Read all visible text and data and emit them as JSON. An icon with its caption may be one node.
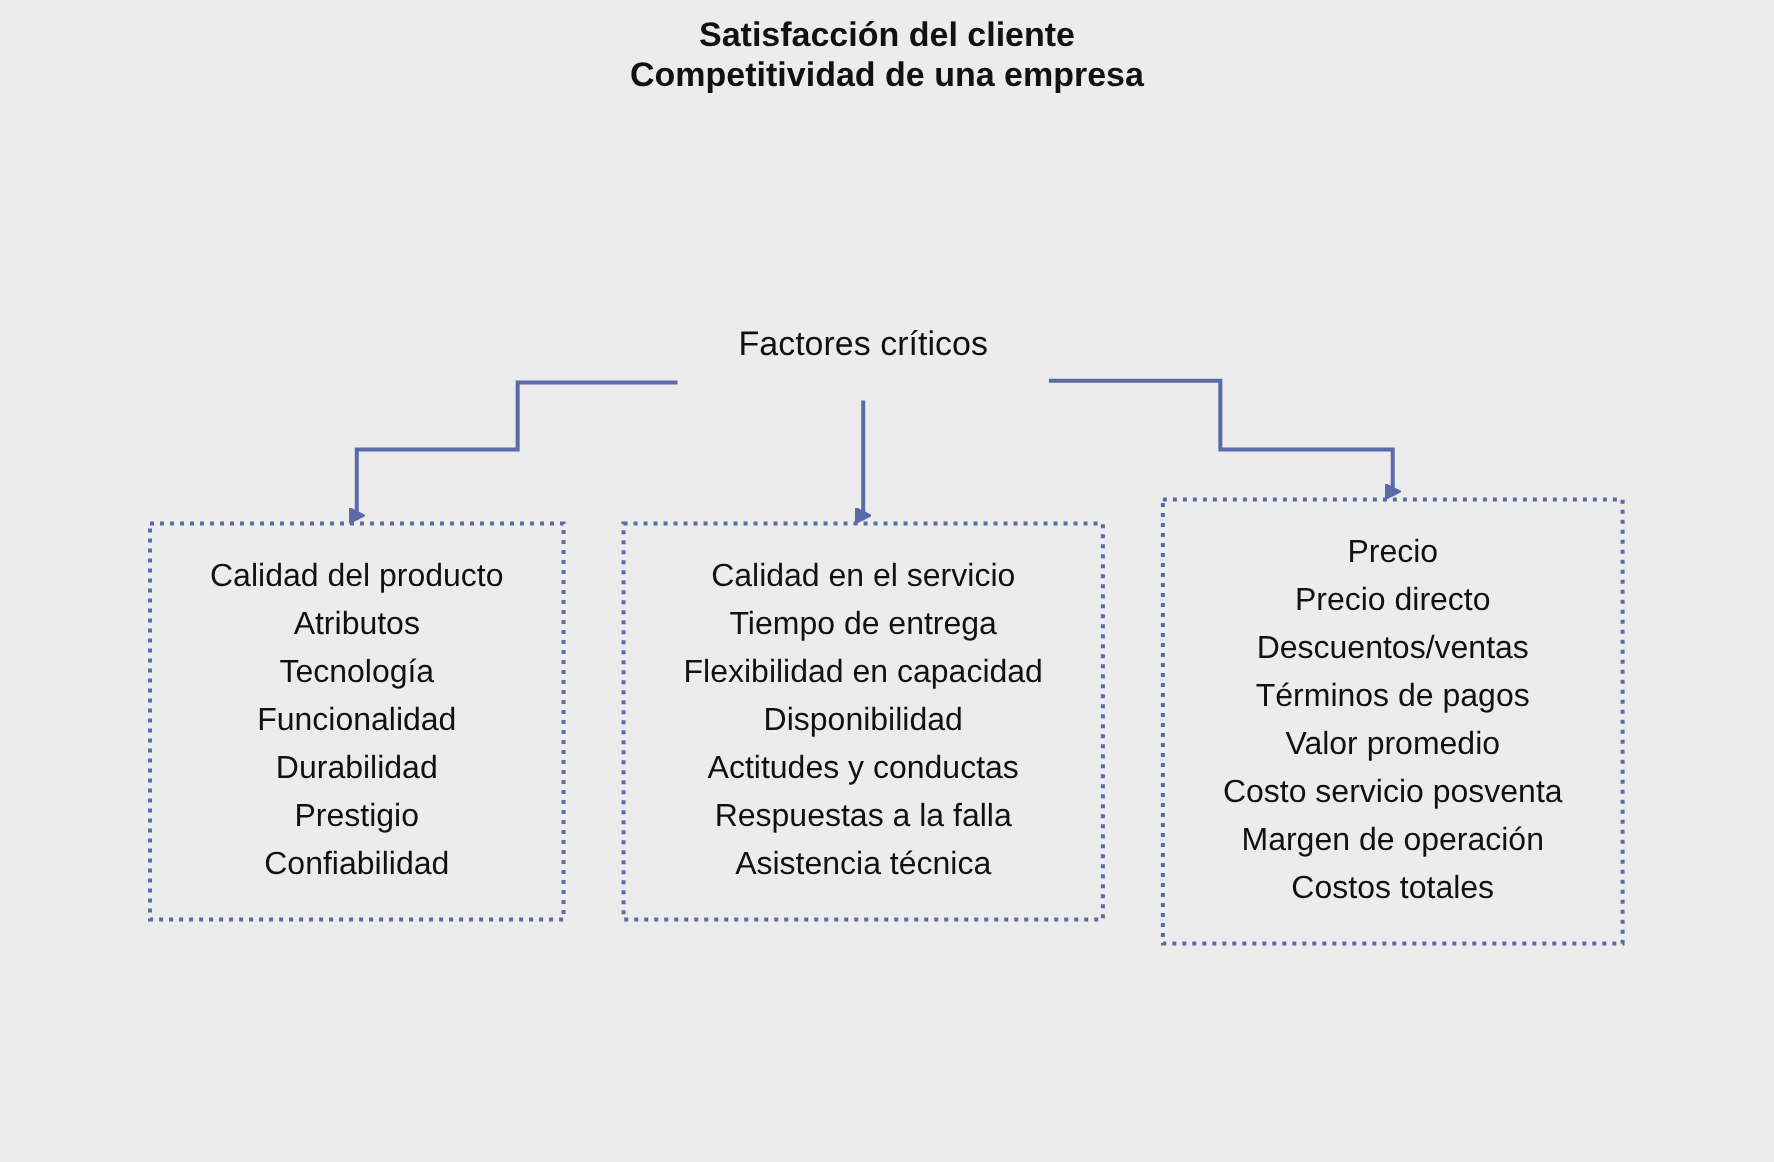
{
  "diagram": {
    "title": "Satisfacción del cliente Competitividad de una empresa",
    "nodes": [
      {
        "text": [
          "Factores críticos"
        ]
      },
      {
        "text": [
          "Calidad del producto",
          "Atributos",
          "Tecnología",
          "Funcionalidad",
          "Durabilidad",
          "Prestigio",
          "Confiabilidad"
        ]
      },
      {
        "text": [
          "Calidad en el servicio",
          "Tiempo de entrega",
          "Flexibilidad en capacidad",
          "Disponibilidad",
          "Actitudes y conductas",
          "Respuestas a la falla",
          "Asistencia técnica"
        ]
      },
      {
        "text": [
          "Precio",
          "Precio directo",
          "Descuentos/ventas",
          "Términos de pagos",
          "Valor promedio",
          "Costo servicio posventa",
          "Margen de operación",
          "Costos totales"
        ]
      }
    ],
    "edges": [
      {
        "from": 0,
        "to": 1,
        "arrow": "to"
      },
      {
        "from": 0,
        "to": 2,
        "arrow": "to"
      },
      {
        "from": 0,
        "to": 3,
        "arrow": "to"
      }
    ]
  }
}
